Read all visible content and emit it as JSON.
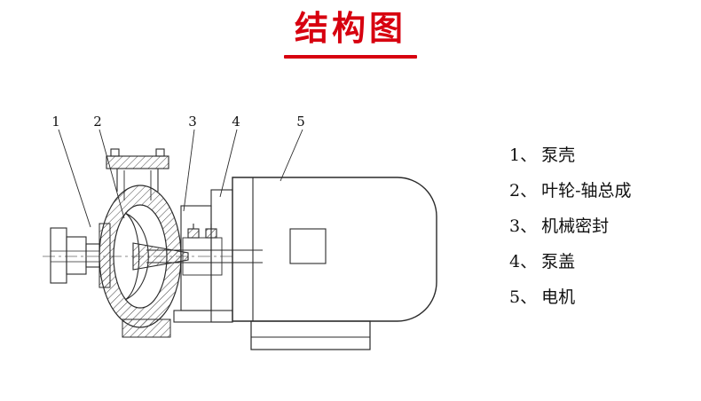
{
  "accent_color": "#d7000f",
  "line_color": "#2a2a2a",
  "title": "结构图",
  "legend": {
    "items": [
      {
        "num": "1、",
        "label": "泵壳"
      },
      {
        "num": "2、",
        "label": "叶轮-轴总成"
      },
      {
        "num": "3、",
        "label": "机械密封"
      },
      {
        "num": "4、",
        "label": "泵盖"
      },
      {
        "num": "5、",
        "label": "电机"
      }
    ]
  },
  "diagram": {
    "part_numbers": [
      "1",
      "2",
      "3",
      "4",
      "5"
    ]
  }
}
